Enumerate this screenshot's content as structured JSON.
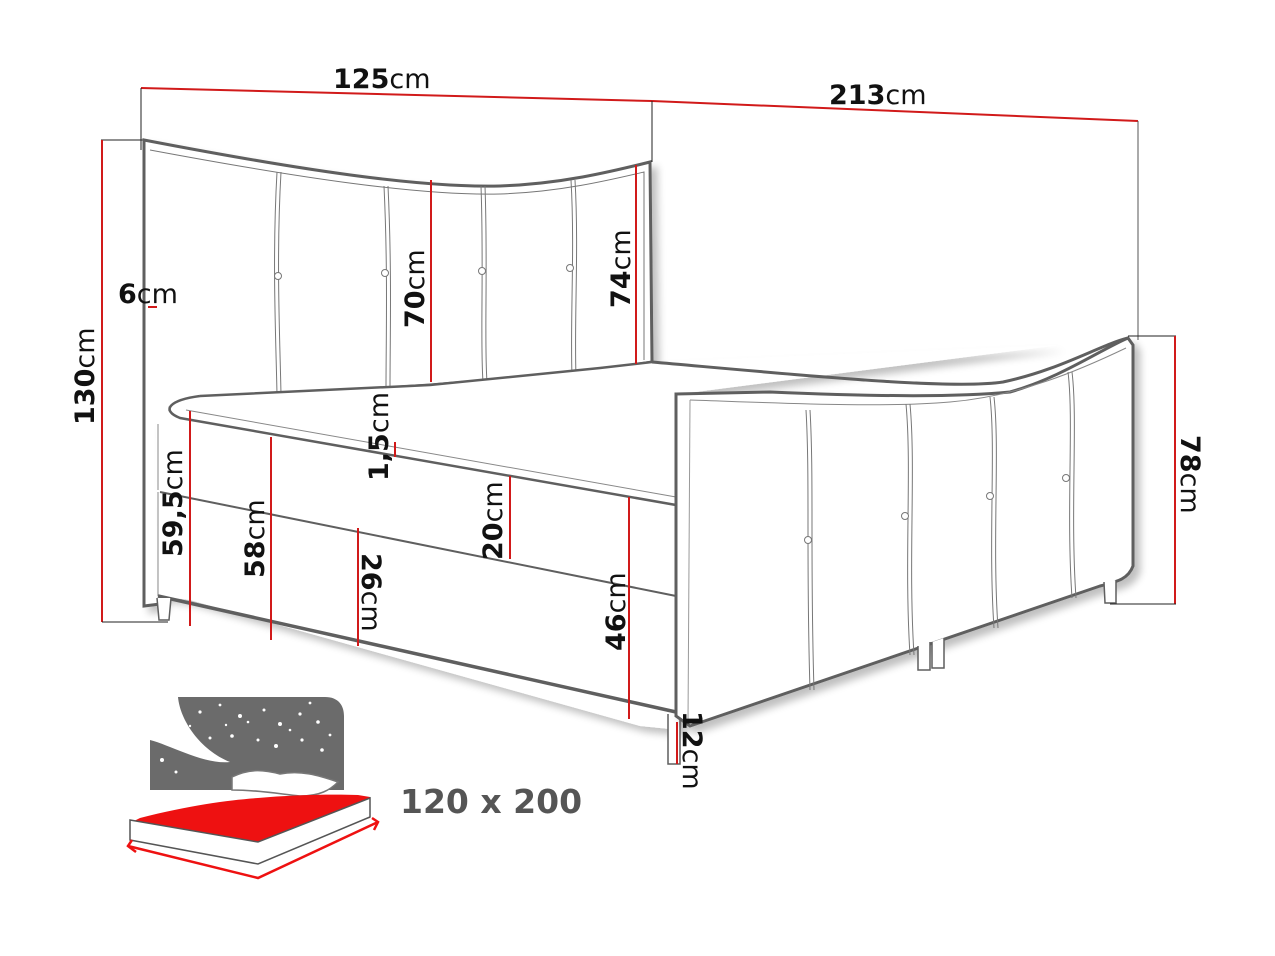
{
  "diagram": {
    "title": "Upholstered box-spring bed dimension drawing",
    "unit": "cm",
    "colors": {
      "outline": "#5f5f5f",
      "dimension_line": "#d11a1a",
      "extension_line": "#222222",
      "label_text": "#111111",
      "icon_gray": "#6b6b6b",
      "icon_red": "#ee1111",
      "size_text": "#555555"
    },
    "dimensions": {
      "total_width": {
        "value": "125",
        "unit": "cm"
      },
      "total_length": {
        "value": "213",
        "unit": "cm"
      },
      "headboard_height": {
        "value": "130",
        "unit": "cm"
      },
      "headboard_thickness": {
        "value": "6",
        "unit": "cm"
      },
      "headboard_panel_center": {
        "value": "70",
        "unit": "cm"
      },
      "headboard_panel_side": {
        "value": "74",
        "unit": "cm"
      },
      "footboard_height": {
        "value": "78",
        "unit": "cm"
      },
      "topper_thickness": {
        "value": "1,5",
        "unit": "cm"
      },
      "total_mattress_height": {
        "value": "59,5",
        "unit": "cm"
      },
      "sleeping_height": {
        "value": "58",
        "unit": "cm"
      },
      "mattress_height": {
        "value": "20",
        "unit": "cm"
      },
      "base_height": {
        "value": "26",
        "unit": "cm"
      },
      "frame_height": {
        "value": "46",
        "unit": "cm"
      },
      "leg_height": {
        "value": "12",
        "unit": "cm"
      }
    },
    "mattress_icon": {
      "name": "mattress-size-icon",
      "size_label": "120 x 200"
    }
  }
}
